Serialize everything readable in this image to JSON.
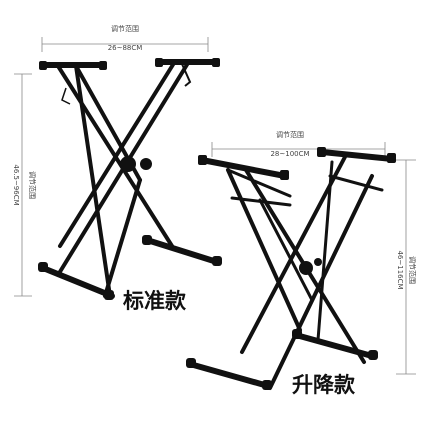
{
  "standard": {
    "name": "标准款",
    "width_label": "调节范围",
    "width_range": "26~88CM",
    "height_label": "调节范围",
    "height_range": "46.5~96CM"
  },
  "lifting": {
    "name": "升降款",
    "width_label": "调节范围",
    "width_range": "28~100CM",
    "height_label": "调节范围",
    "height_range": "46~116CM"
  },
  "colors": {
    "frame": "#111111",
    "dimension_line": "#888888",
    "text": "#111111"
  }
}
